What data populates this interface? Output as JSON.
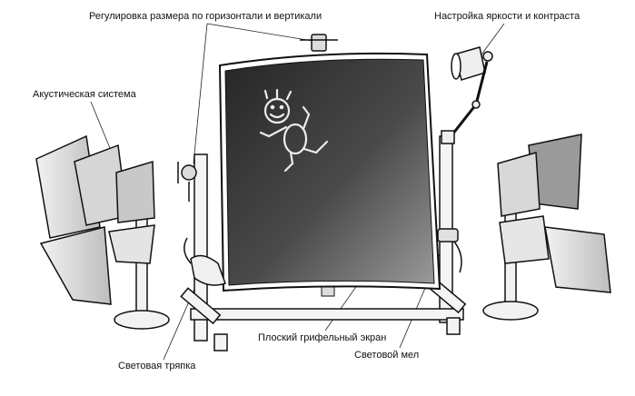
{
  "labels": {
    "resize": "Регулировка размера по горизонтали и вертикали",
    "brightness": "Настройка яркости и контраста",
    "speakers": "Акустическая система",
    "screen": "Плоский грифельный экран",
    "rag": "Световая тряпка",
    "chalk": "Световой мел"
  },
  "colors": {
    "screen_dark": "#2b2b2b",
    "screen_light": "#8c8c8c",
    "ink": "#111111",
    "chalk": "#e8e8e8"
  }
}
